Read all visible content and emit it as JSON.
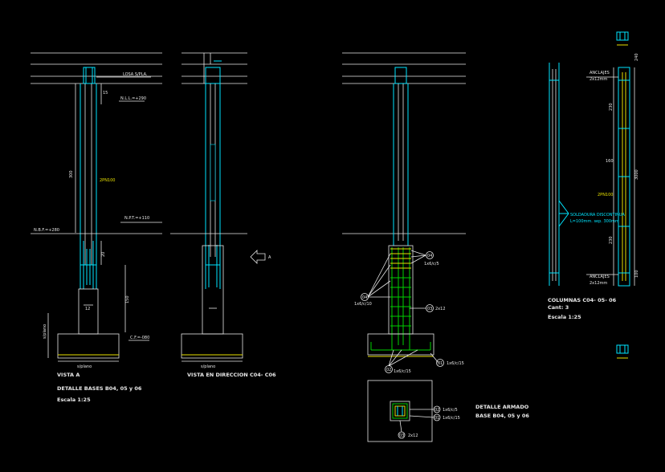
{
  "colors": {
    "background": "#000000",
    "cyan": "#00e5ff",
    "white": "#e8e8e8",
    "green": "#00d000",
    "yellow": "#e8e000"
  },
  "vista_a": {
    "losa_label": "LOSA S/PLA.",
    "nll_label": "N.L.L.=+290",
    "npt_label": "N.P.T.=+110",
    "nbf_label": "N.B.F.=+280",
    "cf_label": "C.F.=-080",
    "dim_top": "15",
    "dim_col": "300",
    "dim_bot": "20",
    "dim_mid": "12",
    "dim_right": "150",
    "col_label": "2PN100",
    "width_label": "s/plano",
    "side_label": "s/plano",
    "title": "VISTA A",
    "subtitle": "DETALLE BASES B04, 05 y 06",
    "scale": "Escala 1:25"
  },
  "vista_dir": {
    "title": "VISTA EN DIRECCION C04- C06",
    "width_label": "s/plano"
  },
  "section_marker": "A",
  "armado": {
    "callout_04": "04",
    "label_04": "1x6/c/5",
    "callout_04b": "04",
    "label_04b": "1x6/c/10",
    "callout_03": "03",
    "label_03": "2x12",
    "callout_02": "02",
    "label_02": "1x6/c/15",
    "callout_01": "01",
    "label_01": "1x6/c/15",
    "plan_c1": "02",
    "plan_l1": "1x6/c/5",
    "plan_c2": "01",
    "plan_l2": "1x6/c/15",
    "plan_c3": "03",
    "plan_l3": "2x12",
    "title": "DETALLE ARMADO",
    "subtitle": "BASE B04, 05 y 06"
  },
  "columnas": {
    "anclaje_top": "ANCLAJES",
    "anclaje_top_detail": "2x12mm",
    "anclaje_bot": "ANCLAJES",
    "anclaje_bot_detail": "2x12mm",
    "soldadura_1": "SOLDADURA DISCONTINUA",
    "soldadura_2": "L=100mm. sep. 300mm",
    "perfil": "2PN100",
    "dim_1": "240",
    "dim_2": "230",
    "dim_3": "160",
    "dim_4": "230",
    "dim_5": "100",
    "dim_total": "3000",
    "title": "COLUMNAS C04- 05- 06",
    "quantity": "Cant: 3",
    "scale": "Escala 1:25"
  }
}
